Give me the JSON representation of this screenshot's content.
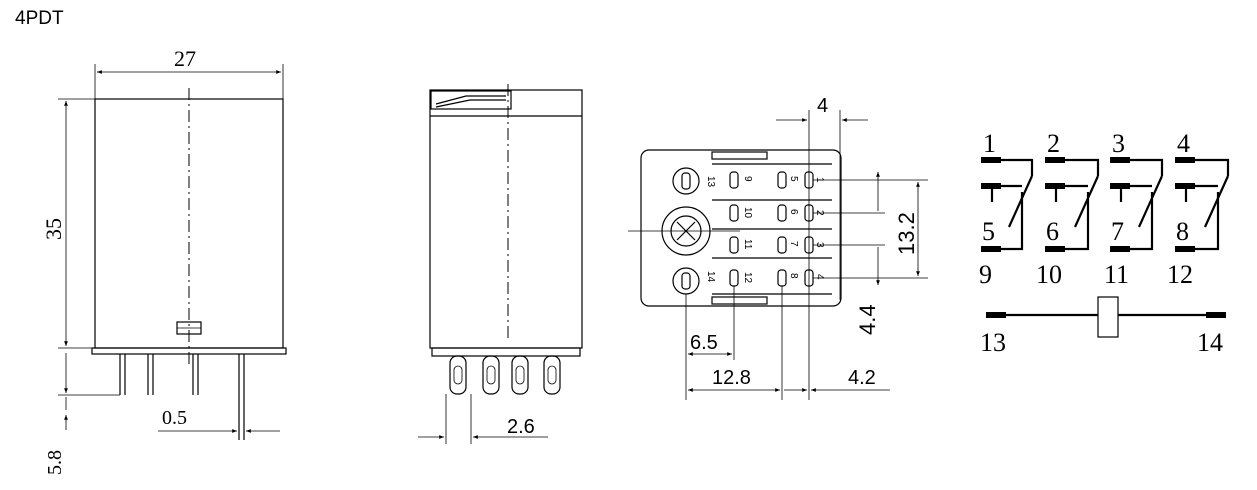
{
  "title": "4PDT",
  "front_view": {
    "width_dim": "27",
    "height_dim": "35",
    "pin_pitch_dim": "0.5",
    "pin_length_dim": "5.8"
  },
  "side_view": {
    "pin_dim": "2.6"
  },
  "bottom_view": {
    "top_dim": "4",
    "height_dim": "13.2",
    "offset_dim": "4.4",
    "left_dim": "6.5",
    "mid_dim": "12.8",
    "right_dim": "4.2",
    "pin_labels": [
      "13",
      "9",
      "5",
      "1",
      "10",
      "6",
      "2",
      "11",
      "7",
      "3",
      "14",
      "12",
      "8",
      "4"
    ]
  },
  "schematic": {
    "top_labels": [
      "1",
      "2",
      "3",
      "4"
    ],
    "nc_labels": [
      "5",
      "6",
      "7",
      "8"
    ],
    "no_labels": [
      "9",
      "10",
      "11",
      "12"
    ],
    "coil_left": "13",
    "coil_right": "14"
  }
}
